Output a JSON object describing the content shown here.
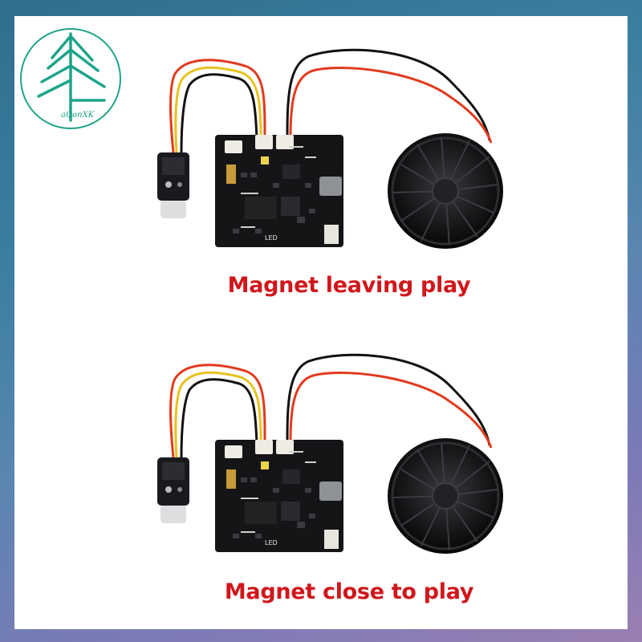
{
  "brand": {
    "logo_text": "aQonXK",
    "logo_color": "#1fa489"
  },
  "captions": {
    "top": "Magnet leaving play",
    "bottom": "Magnet close to play",
    "color": "#d0171b"
  },
  "board": {
    "led_label": "LED"
  },
  "colors": {
    "frame_gradient": [
      "#2f6f8c",
      "#9a7fb2"
    ],
    "pcb": "#151518",
    "speaker": "#1a1a1c",
    "wire_red": "#e23a1e",
    "wire_black": "#111111",
    "wire_yellow": "#e9c21d"
  }
}
